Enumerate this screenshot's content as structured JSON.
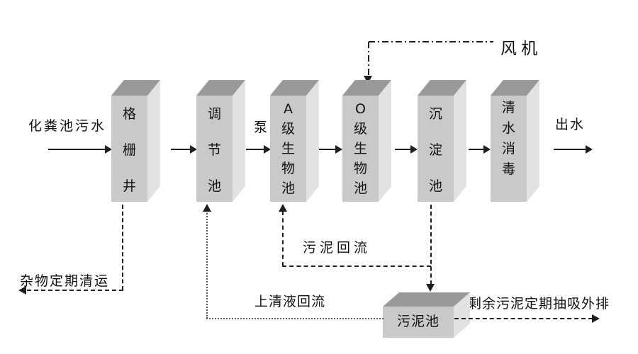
{
  "colors": {
    "background": "#ffffff",
    "box_front": "#c9c9c9",
    "box_top": "#999999",
    "box_side": "#e2e2e2",
    "line": "#1f1f1f",
    "text": "#111111"
  },
  "flow_labels": {
    "influent": "化粪池污水",
    "pump": "泵",
    "blower": "风机",
    "effluent": "出水"
  },
  "tanks": [
    {
      "name": "grid-well",
      "label": "格栅井"
    },
    {
      "name": "regulating-tank",
      "label": "调节池"
    },
    {
      "name": "a-stage-bio-tank",
      "label": "A级生物池"
    },
    {
      "name": "o-stage-bio-tank",
      "label": "O级生物池"
    },
    {
      "name": "sedimentation-tank",
      "label": "沉淀池"
    },
    {
      "name": "clean-water-disinfection",
      "label": "清水消毒"
    },
    {
      "name": "sludge-tank",
      "label": "污泥池"
    }
  ],
  "return_labels": {
    "debris_removal": "杂物定期清运",
    "sludge_return": "污泥回流",
    "supernatant_return": "上清液回流",
    "excess_sludge_discharge": "剩余污泥定期抽吸外排"
  }
}
